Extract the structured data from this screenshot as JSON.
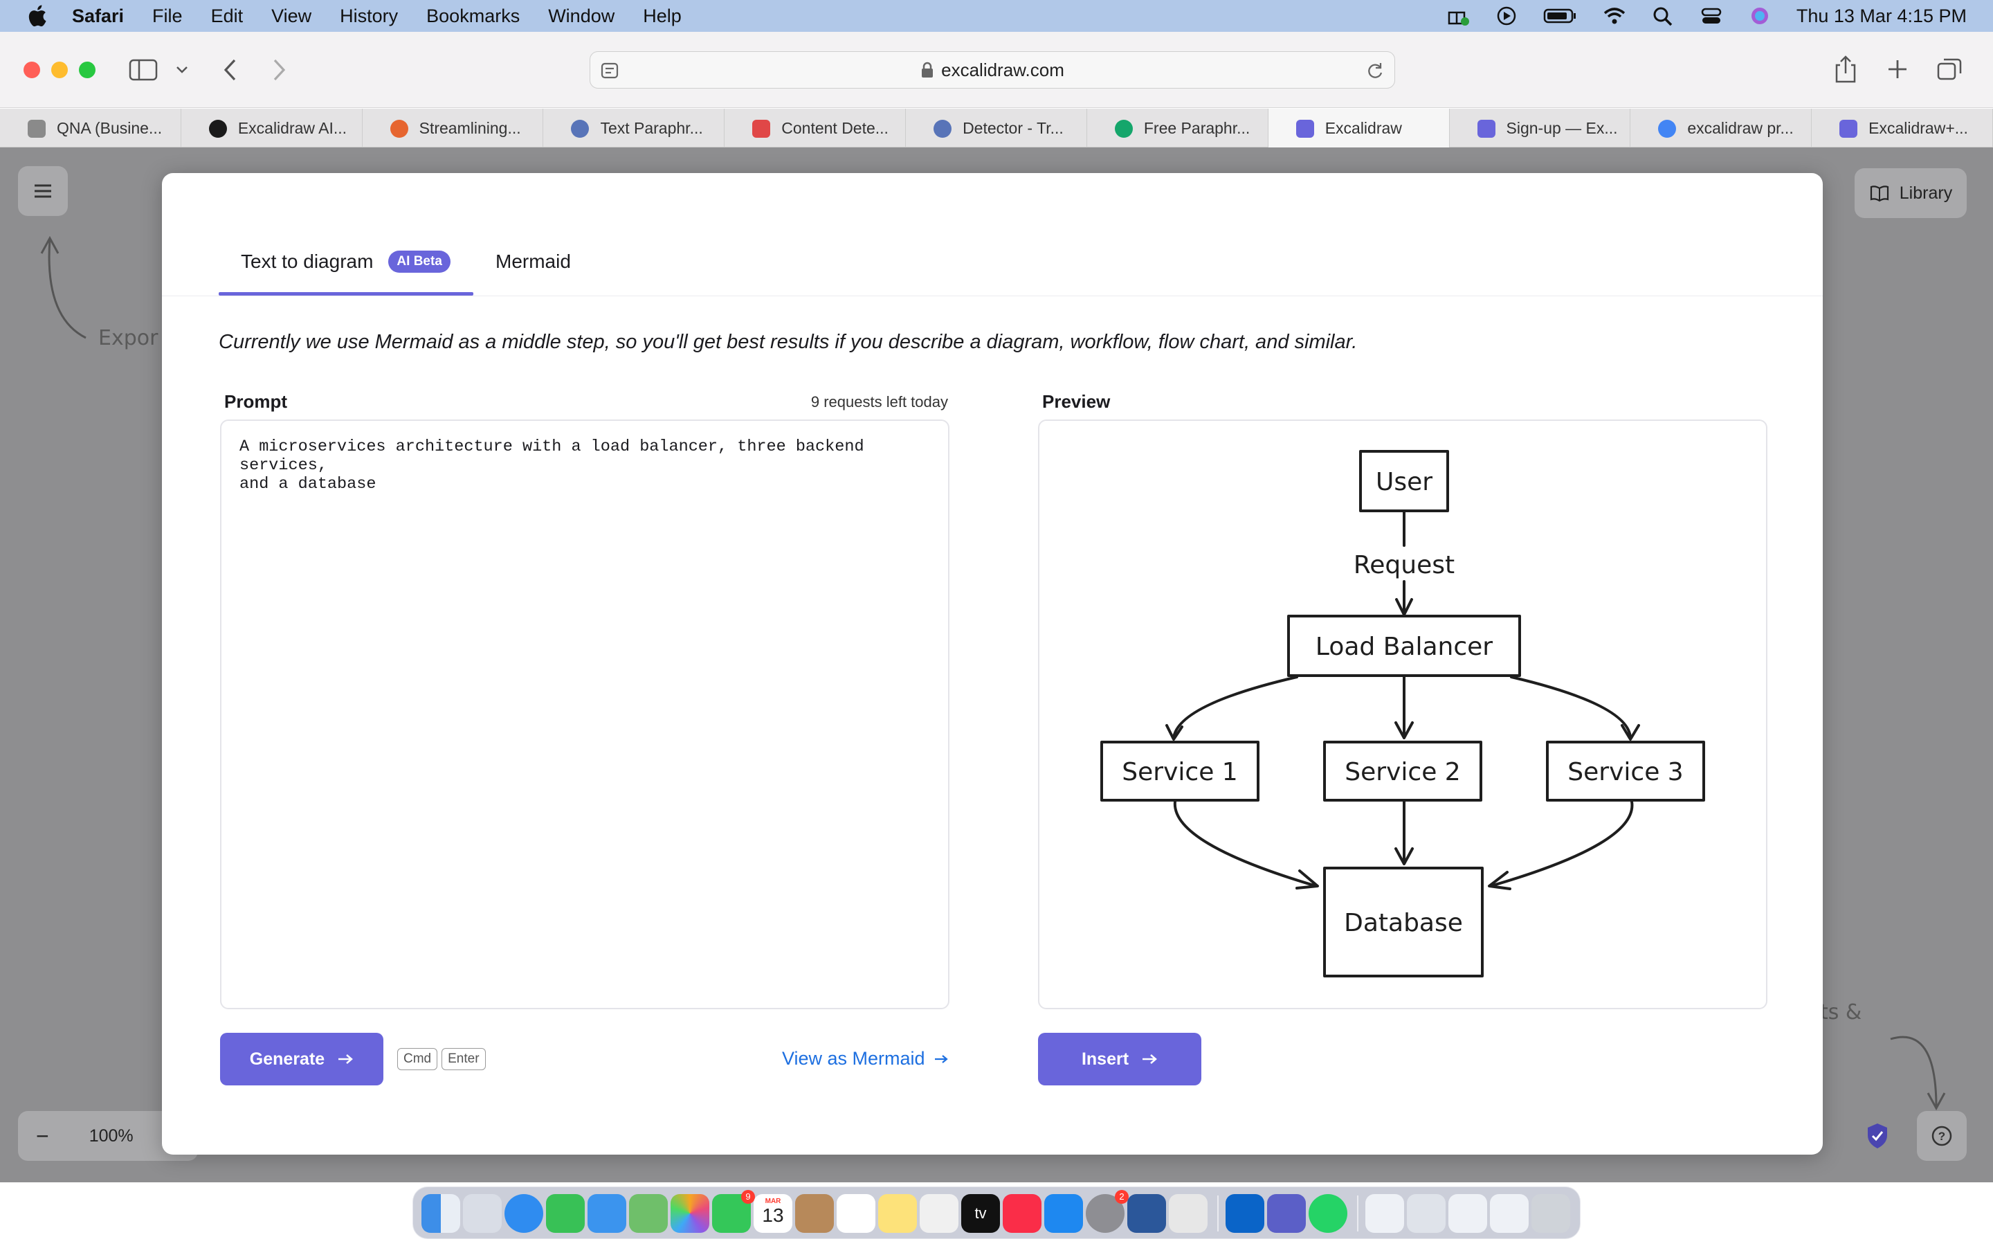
{
  "menubar": {
    "app": "Safari",
    "items": [
      "File",
      "Edit",
      "View",
      "History",
      "Bookmarks",
      "Window",
      "Help"
    ],
    "clock": "Thu 13 Mar  4:15 PM"
  },
  "browser": {
    "url": "excalidraw.com",
    "tabs": [
      {
        "label": "QNA (Busine...",
        "color": "#8a8a8a"
      },
      {
        "label": "Excalidraw AI...",
        "color": "#1a1a1a"
      },
      {
        "label": "Streamlining...",
        "color": "#e6652f"
      },
      {
        "label": "Text Paraphr...",
        "color": "#5874b8"
      },
      {
        "label": "Content Dete...",
        "color": "#e04747"
      },
      {
        "label": "Detector - Tr...",
        "color": "#5874b8"
      },
      {
        "label": "Free Paraphr...",
        "color": "#15a66b"
      },
      {
        "label": "Excalidraw",
        "color": "#6965db"
      },
      {
        "label": "Sign-up — Ex...",
        "color": "#6965db"
      },
      {
        "label": "excalidraw pr...",
        "color": "#4285f4"
      },
      {
        "label": "Excalidraw+...",
        "color": "#6965db"
      }
    ],
    "active_tab_index": 7
  },
  "canvas": {
    "hint_left": "Expor",
    "hint_right": "ts &",
    "library_label": "Library",
    "zoom": "100%"
  },
  "dialog": {
    "tab_text_to_diagram": "Text to diagram",
    "badge": "AI Beta",
    "tab_mermaid": "Mermaid",
    "note": "Currently we use Mermaid as a middle step, so you'll get best results if you describe a diagram, workflow, flow chart, and similar.",
    "prompt_label": "Prompt",
    "requests_left": "9 requests left today",
    "prompt_text": "A microservices architecture with a load balancer, three backend services,\nand a database",
    "preview_label": "Preview",
    "generate_label": "Generate",
    "kbd_cmd": "Cmd",
    "kbd_enter": "Enter",
    "view_as_mermaid": "View as Mermaid",
    "insert_label": "Insert"
  },
  "diagram": {
    "nodes": {
      "user": "User",
      "load_balancer": "Load Balancer",
      "service1": "Service 1",
      "service2": "Service 2",
      "service3": "Service 3",
      "database": "Database"
    },
    "edge_label": "Request"
  },
  "dock": {
    "calendar_month": "MAR",
    "calendar_day": "13",
    "facetime_badge": "9",
    "settings_badge": "2",
    "apple_tv": "tv"
  }
}
